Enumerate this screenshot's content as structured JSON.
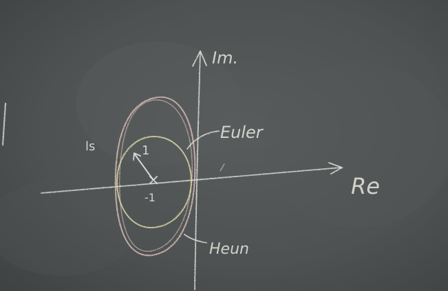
{
  "labels": {
    "imaginary_axis": "Im.",
    "real_axis": "Re",
    "euler": "Euler",
    "heun": "Heun",
    "radius": "1",
    "center": "-1",
    "side_mark": "ls"
  },
  "colors": {
    "board": "#4d5151",
    "chalk_white": "#e8e8e0",
    "chalk_pink": "#e8c8c0",
    "chalk_yellow": "#e0dca8"
  }
}
